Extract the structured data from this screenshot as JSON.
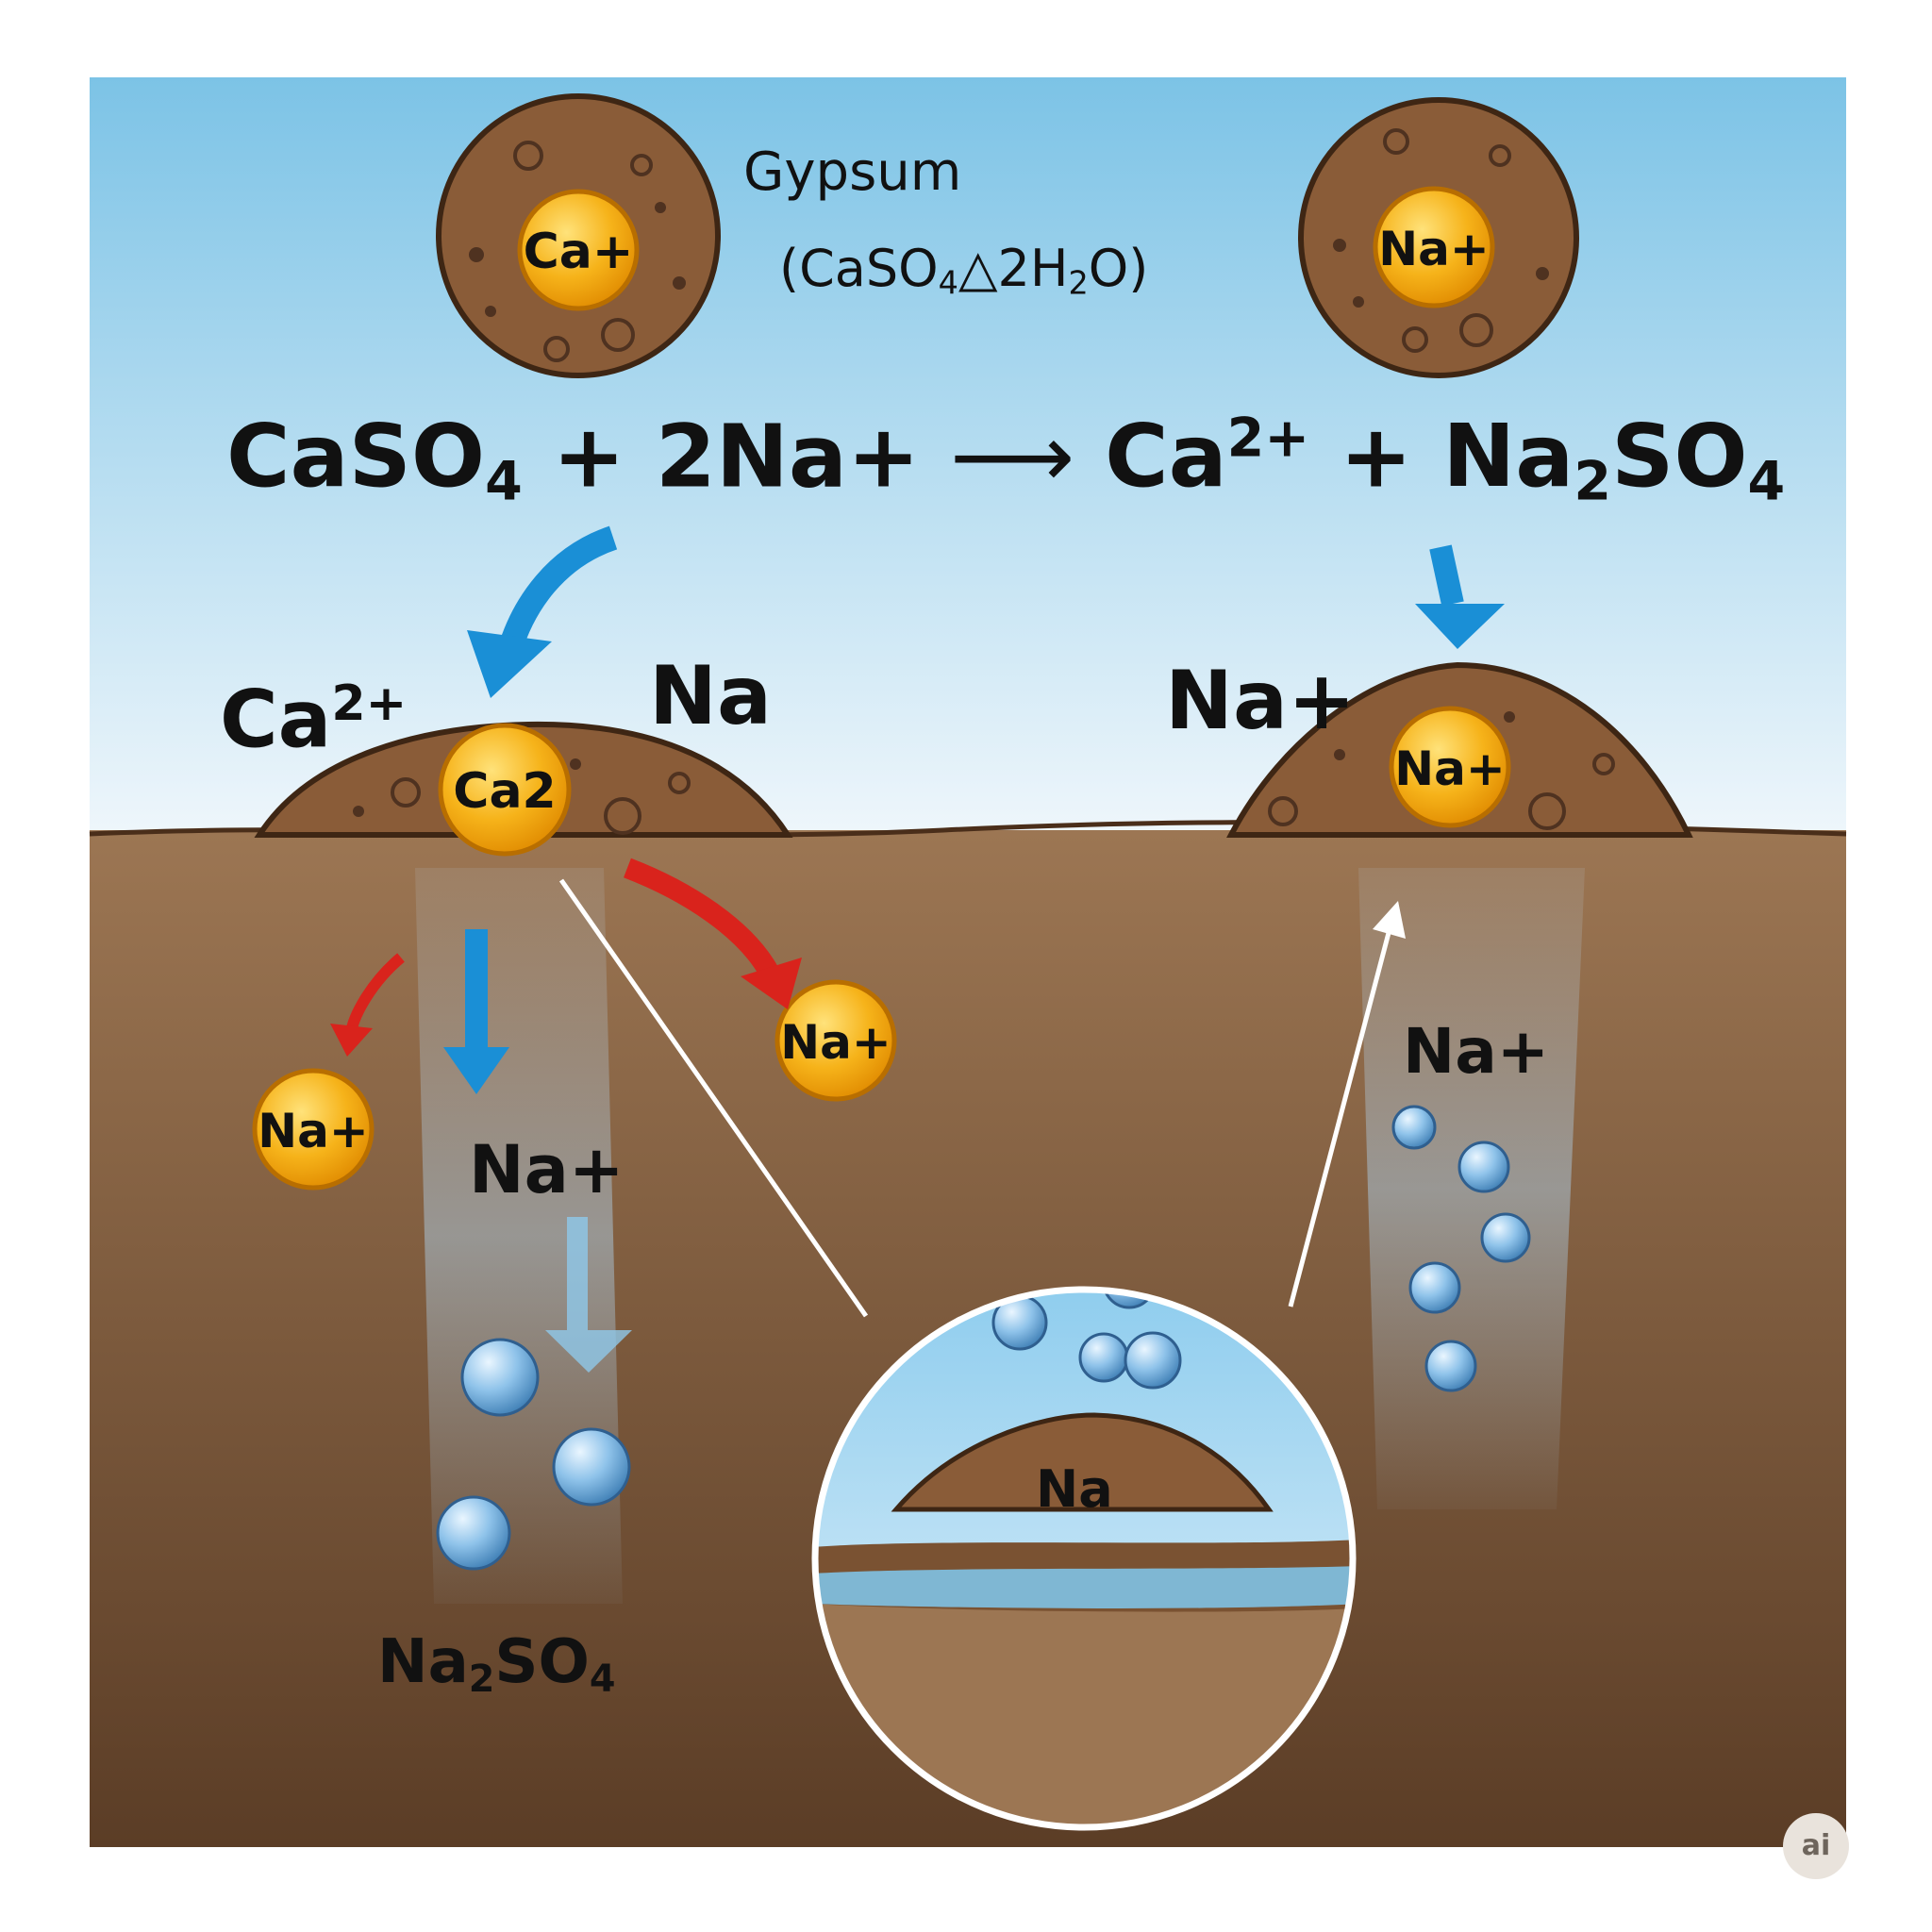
{
  "title": {
    "name": "Gypsum",
    "formula": {
      "base": "(CaSO",
      "sub": "4",
      "mid": "△2H",
      "sub2": "2",
      "end": "O)"
    }
  },
  "equation": {
    "reactant1": {
      "base": "CaSO",
      "sub": "4"
    },
    "plus1": "+",
    "reactant2": "2Na+",
    "arrow": "⟶",
    "product1": {
      "base": "Ca",
      "sup": "2+"
    },
    "plus2": "+",
    "product2": {
      "base": "Na",
      "sub": "2",
      "mid": "SO",
      "sub2": "4"
    }
  },
  "particles": {
    "top_left_ion": "Ca+",
    "top_right_ion": "Na+",
    "mound_left_ion": "Ca2",
    "mound_right_ion": "Na+",
    "released_ion_left": "Na+",
    "released_ion_right": "Na+"
  },
  "labels": {
    "ca2_left": {
      "base": "Ca",
      "sup": "2+"
    },
    "na_left": "Na",
    "na_plus_right": "Na+",
    "na_plus_column_left": "Na+",
    "na_plus_column_right": "Na+",
    "na2so4": {
      "base": "Na",
      "sub": "2",
      "mid": "SO",
      "sub2": "4"
    },
    "inset_na": "Na"
  },
  "watermark": "ai",
  "colors": {
    "sky_top": "#7cc3e6",
    "sky_bottom": "#eef6fb",
    "soil_top": "#9c7653",
    "soil_bottom": "#5b3d26",
    "particle_brown": "#8a5c38",
    "ion_gold": "#f6b31a",
    "arrow_blue": "#1a8fd6",
    "arrow_red": "#d9231c",
    "bubble_blue": "#6aa9d9"
  }
}
